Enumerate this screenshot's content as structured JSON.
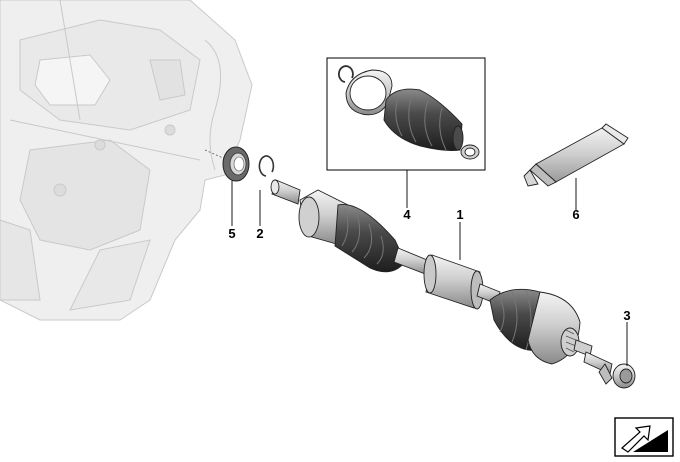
{
  "diagram": {
    "callouts": [
      {
        "id": "callout-1",
        "label": "1",
        "part": "drive-shaft"
      },
      {
        "id": "callout-2",
        "label": "2",
        "part": "circlip"
      },
      {
        "id": "callout-3",
        "label": "3",
        "part": "collar-bolt"
      },
      {
        "id": "callout-4",
        "label": "4",
        "part": "boot-kit"
      },
      {
        "id": "callout-5",
        "label": "5",
        "part": "shaft-seal"
      },
      {
        "id": "callout-6",
        "label": "6",
        "part": "grease-tube"
      }
    ],
    "colors": {
      "line": "#000000",
      "metal_light": "#e6e6e6",
      "metal_mid": "#b8b8b8",
      "metal_dark": "#7a7a7a",
      "rubber": "#3c3c3c",
      "transmission": "#eeeeee",
      "transmission_line": "#c8c8c8"
    },
    "icons": [
      "arrow-icon"
    ]
  }
}
